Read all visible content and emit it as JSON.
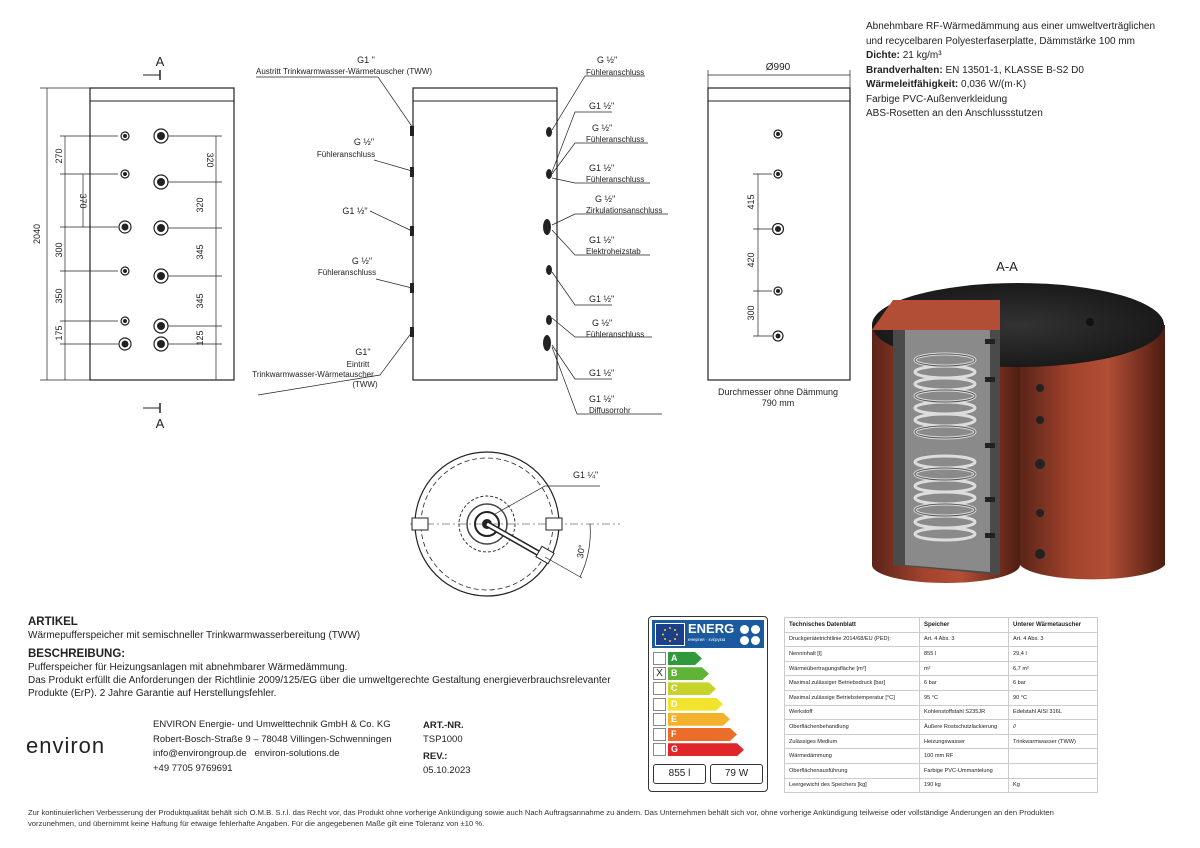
{
  "specs": {
    "line1": "Abnehmbare RF-Wärmedämmung aus einer umweltverträglichen",
    "line2": "und recycelbaren Polyesterfaserplatte, Dämmstärke 100 mm",
    "dichte_label": "Dichte:",
    "dichte_value": "21 kg/m³",
    "brand_label": "Brandverhalten:",
    "brand_value": "EN 13501-1, KLASSE B-S2 D0",
    "waerme_label": "Wärmeleitfähigkeit:",
    "waerme_value": "0,036 W/(m·K)",
    "line6": "Farbige PVC-Außenverkleidung",
    "line7": "ABS-Rosetten an den Anschlussstutzen"
  },
  "drawing": {
    "section_mark": "A",
    "section_title": "A-A",
    "dims_left": {
      "total": "2040",
      "d270": "270",
      "d370": "370",
      "d300": "300",
      "d350": "350",
      "d175": "175"
    },
    "dims_right": {
      "d320a": "320",
      "d320b": "320",
      "d345a": "345",
      "d345b": "345",
      "d125": "125"
    },
    "front_labels": {
      "top_size": "G1 \"",
      "top_desc": "Austritt Trinkwarmwasser-Wärmetauscher (TWW)",
      "l1_size": "G ½\"",
      "l1_desc": "Fühleranschluss",
      "l2_size": "G1 ½\"",
      "l3_size": "G ½\"",
      "l3_desc": "Fühleranschluss",
      "l4_size": "G1\"",
      "l4_desc1": "Eintritt",
      "l4_desc2": "Trinkwarmwasser-Wärmetauscher",
      "l4_desc3": "(TWW)",
      "r1_size": "G ½\"",
      "r1_desc": "Fühleranschluss",
      "r2_size": "G1 ½\"",
      "r3_size": "G ½\"",
      "r3_desc": "Fühleranschluss",
      "r4_size": "G1 ½\"",
      "r4_desc": "Fühleranschluss",
      "r5_size": "G ½\"",
      "r5_desc": "Zirkulationsanschluss",
      "r6_size": "G1 ½\"",
      "r6_desc": "Elektroheizstab",
      "r7_size": "G1 ½\"",
      "r8_size": "G ½\"",
      "r8_desc": "Fühleranschluss",
      "r9_size": "G1 ½\"",
      "r10_size": "G1 ½\"",
      "r10_desc": "Diffusorrohr"
    },
    "side_view": {
      "diameter": "Ø990",
      "d415": "415",
      "d420": "420",
      "d300": "300",
      "caption1": "Durchmesser ohne Dämmung",
      "caption2": "790 mm"
    },
    "top_view": {
      "size": "G1 ¼\"",
      "angle": "30°"
    }
  },
  "artikel": {
    "heading": "ARTIKEL",
    "text": "Wärmepufferspeicher mit semischneller Trinkwarmwasserbereitung (TWW)",
    "beschreibung_heading": "BESCHREIBUNG:",
    "beschreibung_1": "Pufferspeicher für Heizungsanlagen mit abnehmbarer Wärmedämmung.",
    "beschreibung_2": "Das Produkt erfüllt die Anforderungen der Richtlinie 2009/125/EG über die umweltgerechte Gestaltung energieverbrauchsrelevanter",
    "beschreibung_3": "Produkte (ErP). 2 Jahre Garantie auf Herstellungsfehler."
  },
  "company": {
    "logo": "environ",
    "name": "ENVIRON Energie- und Umwelttechnik GmbH & Co. KG",
    "address": "Robert-Bosch-Straße 9 – 78048 Villingen-Schwenningen",
    "email": "info@environgroup.de",
    "web": "environ-solutions.de",
    "phone": "+49 7705 9769691"
  },
  "article_number": {
    "label": "ART.-NR.",
    "value": "TSP1000",
    "rev_label": "REV.:",
    "rev_value": "05.10.2023"
  },
  "energy_label": {
    "title": "ENERG",
    "subtitle": "енергия · ενέργεια",
    "classes": [
      {
        "letter": "A",
        "color": "#2f9a3c",
        "checked": ""
      },
      {
        "letter": "B",
        "color": "#5fb336",
        "checked": "X"
      },
      {
        "letter": "C",
        "color": "#c7d32d",
        "checked": ""
      },
      {
        "letter": "D",
        "color": "#f2e32c",
        "checked": ""
      },
      {
        "letter": "E",
        "color": "#f3b12c",
        "checked": ""
      },
      {
        "letter": "F",
        "color": "#ec6c2a",
        "checked": ""
      },
      {
        "letter": "G",
        "color": "#e0262b",
        "checked": ""
      }
    ],
    "volume": "855 l",
    "loss": "79 W"
  },
  "tech_table": {
    "headers": [
      "Technisches Datenblatt",
      "Speicher",
      "Unterer Wärmetauscher"
    ],
    "rows": [
      [
        "Druckgerätetrichtlinie 2014/68/EU (PED):",
        "Art. 4 Abs. 3",
        "Art. 4 Abs. 3"
      ],
      [
        "Nenninhalt [l]",
        "855 l",
        "29,4 l"
      ],
      [
        "Wärmeübertragungsfläche [m²]",
        "m²",
        "6,7 m²"
      ],
      [
        "Maximal zulässiger Betriebsdruck [bar]",
        "6 bar",
        "6 bar"
      ],
      [
        "Maximal zulässige Betriebstemperatur [°C]",
        "95 °C",
        "90 °C"
      ],
      [
        "Werkstoff",
        "Kohlenstoffstahl S235JR",
        "Edelstahl AISI 316L"
      ],
      [
        "Oberflächenbehandlung",
        "Äußere Rostschutzlackierung",
        "//"
      ],
      [
        "Zulässiges Medium",
        "Heizungswasser",
        "Trinkwarmwasser (TWW)"
      ],
      [
        "Wärmedämmung",
        "100 mm RF",
        ""
      ],
      [
        "Oberflächenausführung",
        "Farbige PVC-Ummantelung",
        ""
      ],
      [
        "Leergewicht des Speichers [kg]",
        "190 kg",
        "Kg"
      ]
    ]
  },
  "footer": {
    "line1": "Zur kontinuierlichen Verbesserung der Produktqualität behält sich O.M.B. S.r.l. das Recht vor, das Produkt ohne vorherige Ankündigung sowie auch Nach Auftragsannahme zu ändern. Das Unternehmen behält sich vor, ohne vorherige Ankündigung teilweise oder vollständige Änderungen an den Produkten",
    "line2": "vorzunehmen, und übernimmt keine Haftung für etwaige fehlerhafte Angaben. Für die angegebenen Maße gilt eine Toleranz von ±10 %."
  }
}
